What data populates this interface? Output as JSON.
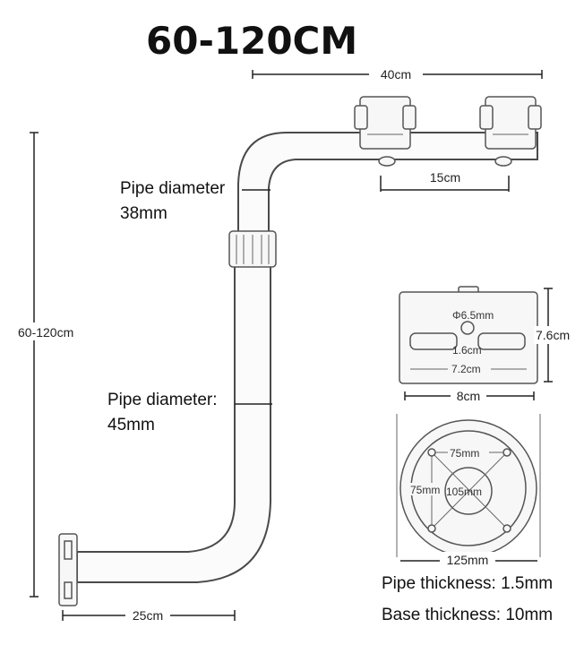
{
  "title": "60-120CM",
  "dimensions": {
    "top_width": "40cm",
    "clamp_spacing": "15cm",
    "height": "60-120cm",
    "bottom_length": "25cm",
    "plate_height": "7.6cm",
    "plate_width": "8cm",
    "plate_hole_diameter": "Φ6.5mm",
    "plate_inner_1": "1.6cm",
    "plate_inner_2": "7.2cm",
    "base_x": "75mm",
    "base_y": "75mm",
    "base_center": "105mm",
    "base_diameter": "125mm"
  },
  "labels": {
    "upper_pipe_line1": "Pipe diameter",
    "upper_pipe_line2": "38mm",
    "lower_pipe_line1": "Pipe diameter:",
    "lower_pipe_line2": "45mm",
    "pipe_thickness": "Pipe thickness: 1.5mm",
    "base_thickness": "Base thickness: 10mm"
  }
}
